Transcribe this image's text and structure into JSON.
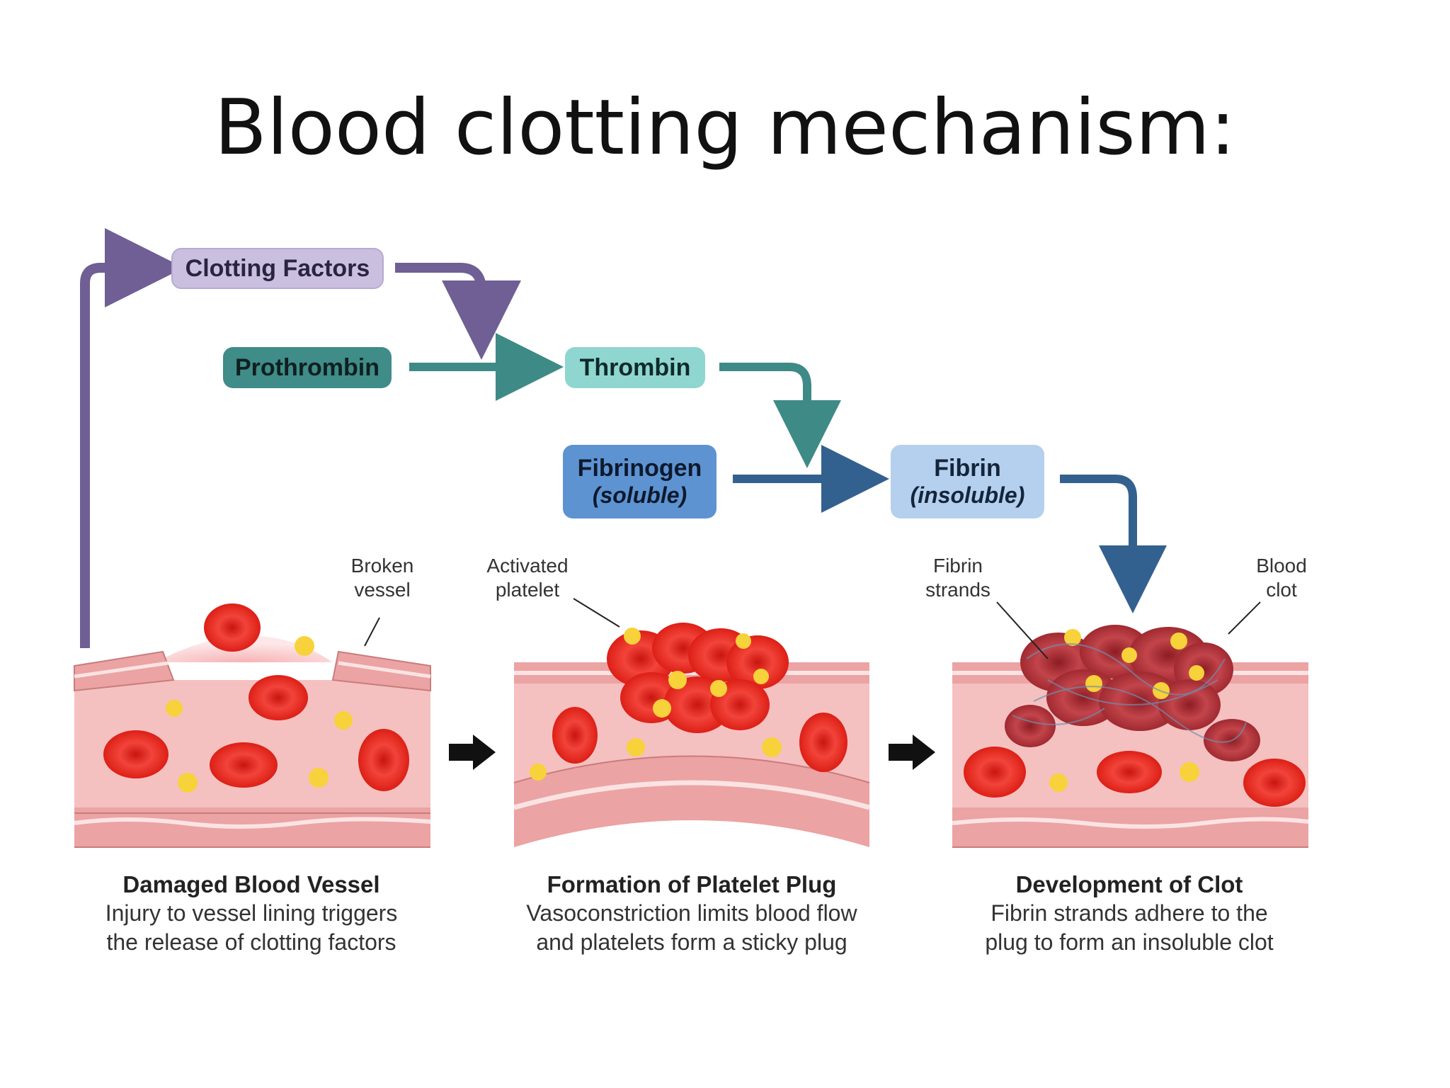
{
  "title": "Blood clotting mechanism:",
  "flow": {
    "clotting_factors": "Clotting Factors",
    "prothrombin": "Prothrombin",
    "thrombin": "Thrombin",
    "fibrinogen": "Fibrinogen",
    "fibrinogen_sub": "(soluble)",
    "fibrin": "Fibrin",
    "fibrin_sub": "(insoluble)"
  },
  "callouts": {
    "broken_vessel": [
      "Broken",
      "vessel"
    ],
    "activated_platelet": [
      "Activated",
      "platelet"
    ],
    "fibrin_strands": [
      "Fibrin",
      "strands"
    ],
    "blood_clot": [
      "Blood",
      "clot"
    ]
  },
  "stages": [
    {
      "heading": "Damaged Blood Vessel",
      "line1": "Injury to vessel lining triggers",
      "line2": "the release of clotting factors"
    },
    {
      "heading": "Formation of Platelet Plug",
      "line1": "Vasoconstriction limits blood flow",
      "line2": "and platelets form a sticky plug"
    },
    {
      "heading": "Development of Clot",
      "line1": "Fibrin strands adhere to the",
      "line2": "plug to form an insoluble clot"
    }
  ],
  "colors": {
    "purple_arrow": "#6f5f94",
    "teal_arrow": "#3e8a86",
    "blue_arrow": "#33618f",
    "vessel_pink": "#f4b6b6",
    "rbc_red": "#e8271f",
    "platelet_yellow": "#f7d23a"
  }
}
